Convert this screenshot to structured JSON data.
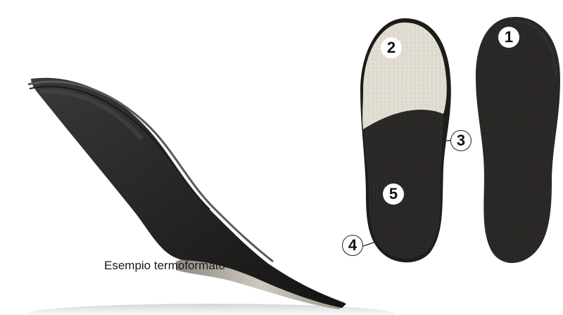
{
  "caption": "Esempio termoformato",
  "labels": {
    "n1": "1",
    "n2": "2",
    "n3": "3",
    "n4": "4",
    "n5": "5"
  },
  "colors": {
    "background": "#ffffff",
    "top_cover_felt": "#e2ddd3",
    "black_fabric": "#2a2826",
    "shell_grey": "#bdb8ad",
    "insole_dark": "#1f1d1b"
  }
}
